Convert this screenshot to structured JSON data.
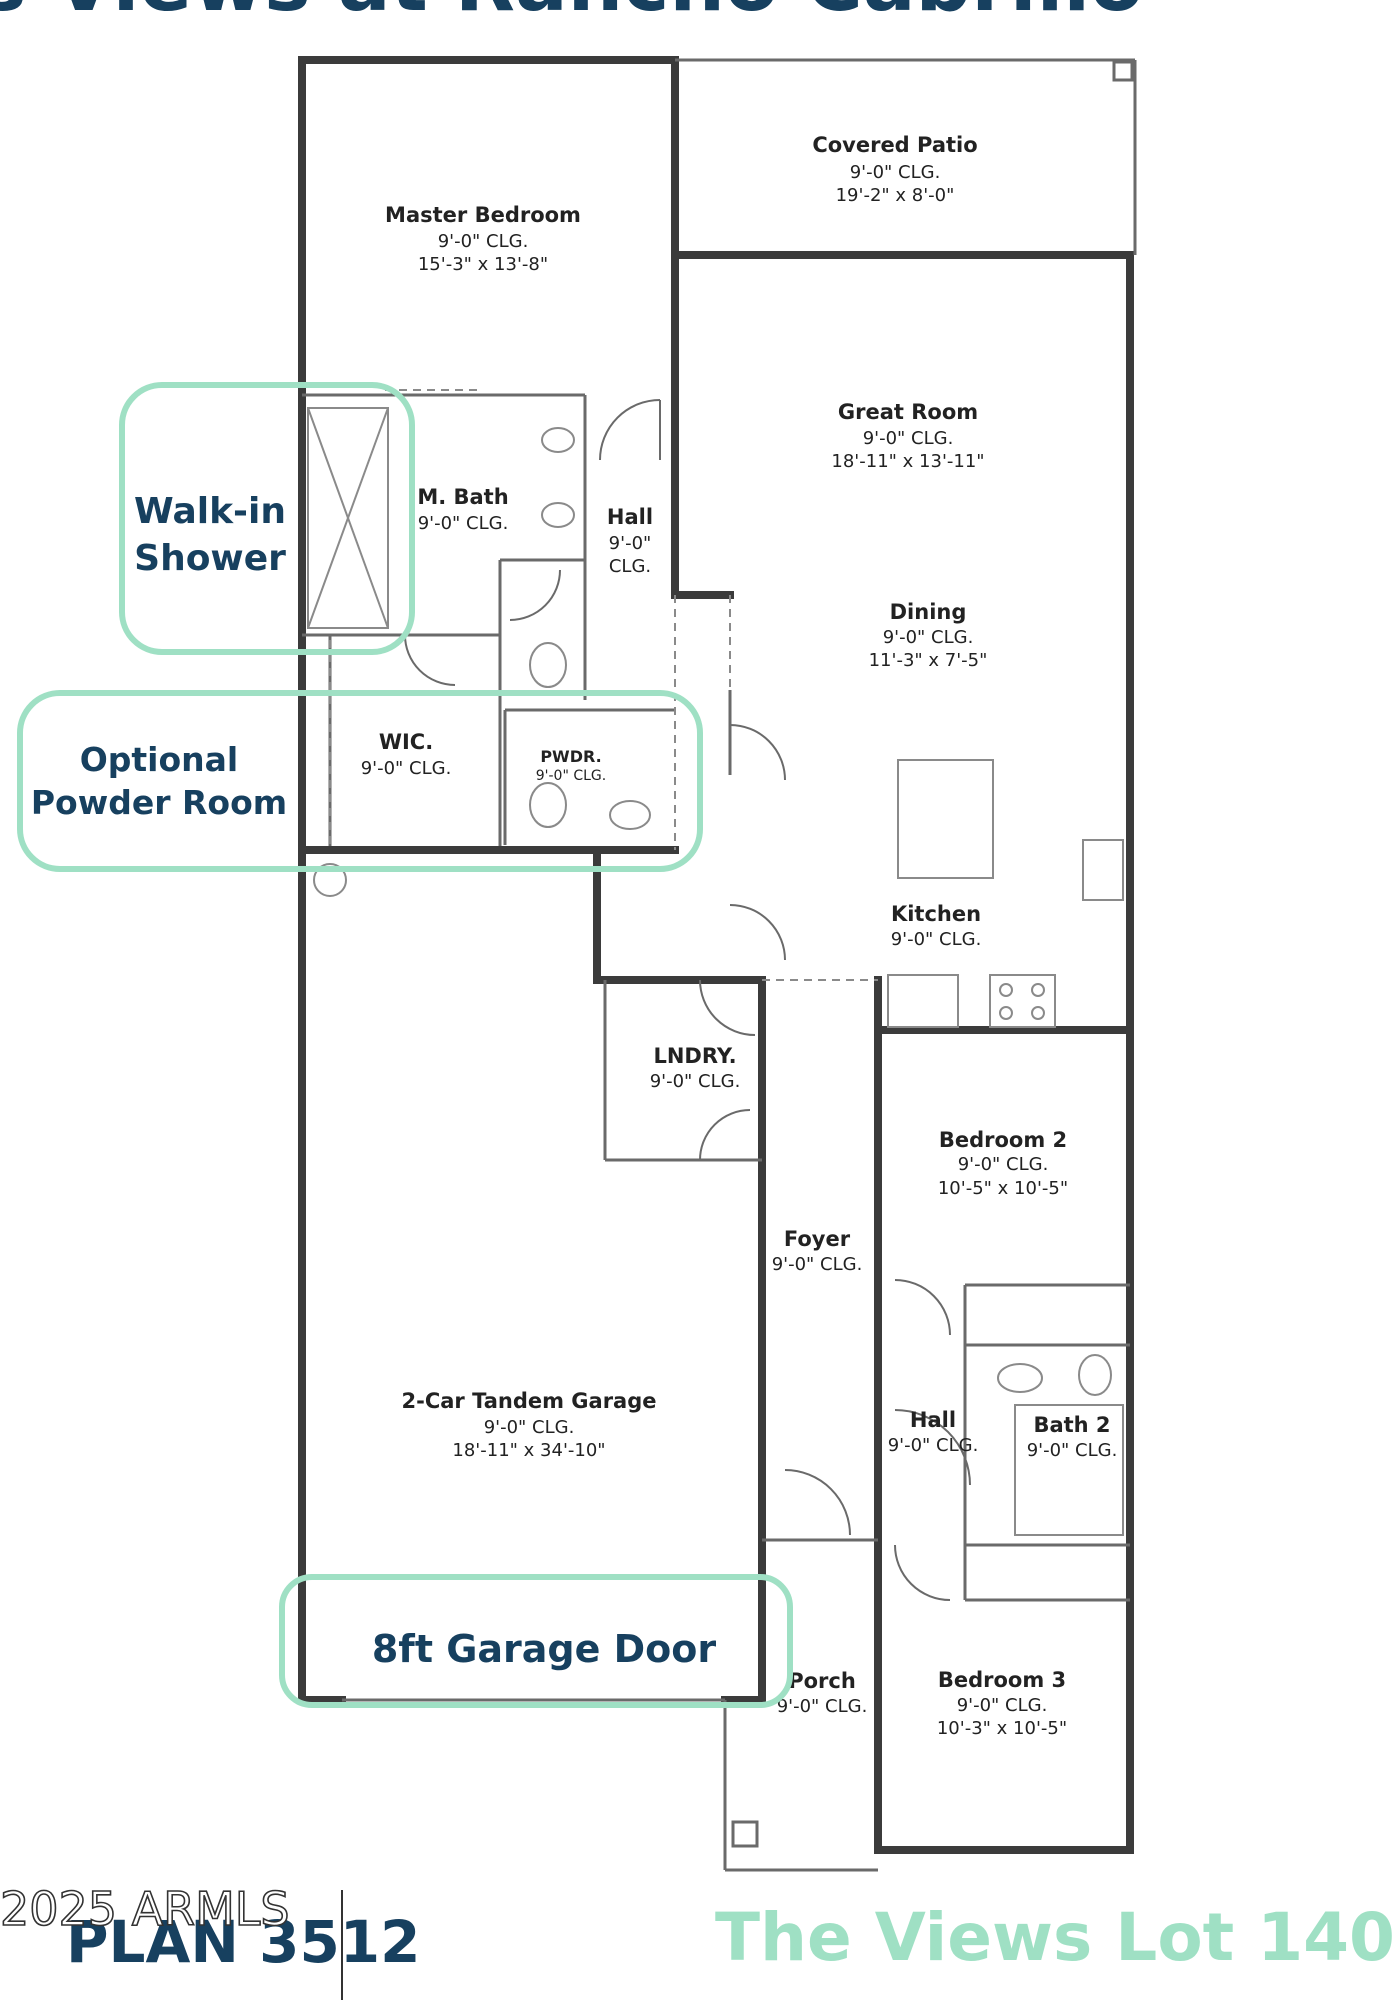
{
  "banner_fragment": "s Views at Rancho Cabrillo",
  "rooms": {
    "covered_patio": {
      "name": "Covered Patio",
      "ceiling": "9'-0\" CLG.",
      "size": "19'-2\" x 8'-0\""
    },
    "master_bedroom": {
      "name": "Master Bedroom",
      "ceiling": "9'-0\" CLG.",
      "size": "15'-3\" x 13'-8\""
    },
    "great_room": {
      "name": "Great Room",
      "ceiling": "9'-0\" CLG.",
      "size": "18'-11\" x 13'-11\""
    },
    "m_bath": {
      "name": "M. Bath",
      "ceiling": "9'-0\" CLG."
    },
    "hall_upper": {
      "name": "Hall",
      "ceiling_line1": "9'-0\"",
      "ceiling_line2": "CLG."
    },
    "dining": {
      "name": "Dining",
      "ceiling": "9'-0\" CLG.",
      "size": "11'-3\" x 7'-5\""
    },
    "wic": {
      "name": "WIC.",
      "ceiling": "9'-0\" CLG."
    },
    "pwdr": {
      "name": "PWDR.",
      "ceiling": "9'-0\" CLG."
    },
    "kitchen": {
      "name": "Kitchen",
      "ceiling": "9'-0\" CLG."
    },
    "lndry": {
      "name": "LNDRY.",
      "ceiling": "9'-0\" CLG."
    },
    "bedroom_2": {
      "name": "Bedroom 2",
      "ceiling": "9'-0\" CLG.",
      "size": "10'-5\" x 10'-5\""
    },
    "foyer": {
      "name": "Foyer",
      "ceiling": "9'-0\" CLG."
    },
    "garage": {
      "name": "2-Car Tandem Garage",
      "ceiling": "9'-0\" CLG.",
      "size": "18'-11\" x 34'-10\""
    },
    "hall_lower": {
      "name": "Hall",
      "ceiling": "9'-0\" CLG."
    },
    "bath_2": {
      "name": "Bath 2",
      "ceiling": "9'-0\" CLG."
    },
    "porch": {
      "name": "Porch",
      "ceiling": "9'-0\" CLG."
    },
    "bedroom_3": {
      "name": "Bedroom 3",
      "ceiling": "9'-0\" CLG.",
      "size": "10'-3\" x 10'-5\""
    }
  },
  "callouts": {
    "walk_in_shower": {
      "line1": "Walk-in",
      "line2": "Shower"
    },
    "powder_room": {
      "line1": "Optional",
      "line2": "Powder Room"
    },
    "garage_door": {
      "label": "8ft Garage Door"
    }
  },
  "footer": {
    "plan": "PLAN 3512",
    "lot": "The Views Lot 140",
    "watermark": "2025 ARMLS"
  },
  "colors": {
    "navy": "#17405f",
    "mint": "#9fe0c4",
    "wall": "#3b3b3b"
  }
}
